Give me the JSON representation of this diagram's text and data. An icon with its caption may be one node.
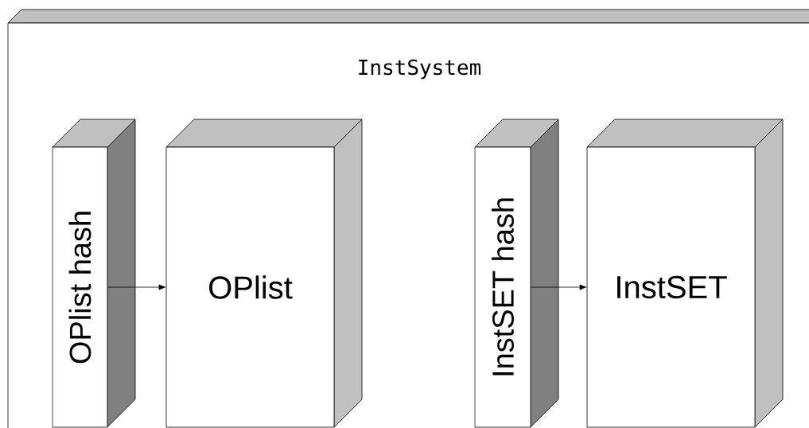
{
  "diagram": {
    "nodes": [
      {
        "text": [
          "InstSystem"
        ]
      },
      {
        "text": [
          "OPlist hash"
        ],
        "in": 0
      },
      {
        "text": [
          "OPlist"
        ],
        "in": 0
      },
      {
        "text": [
          "InstSET hash"
        ],
        "in": 0
      },
      {
        "text": [
          "InstSET"
        ],
        "in": 0
      }
    ],
    "edges": [
      {
        "from": 1,
        "to": 2,
        "arrow": "to"
      },
      {
        "from": 3,
        "to": 4,
        "arrow": "to"
      }
    ]
  }
}
